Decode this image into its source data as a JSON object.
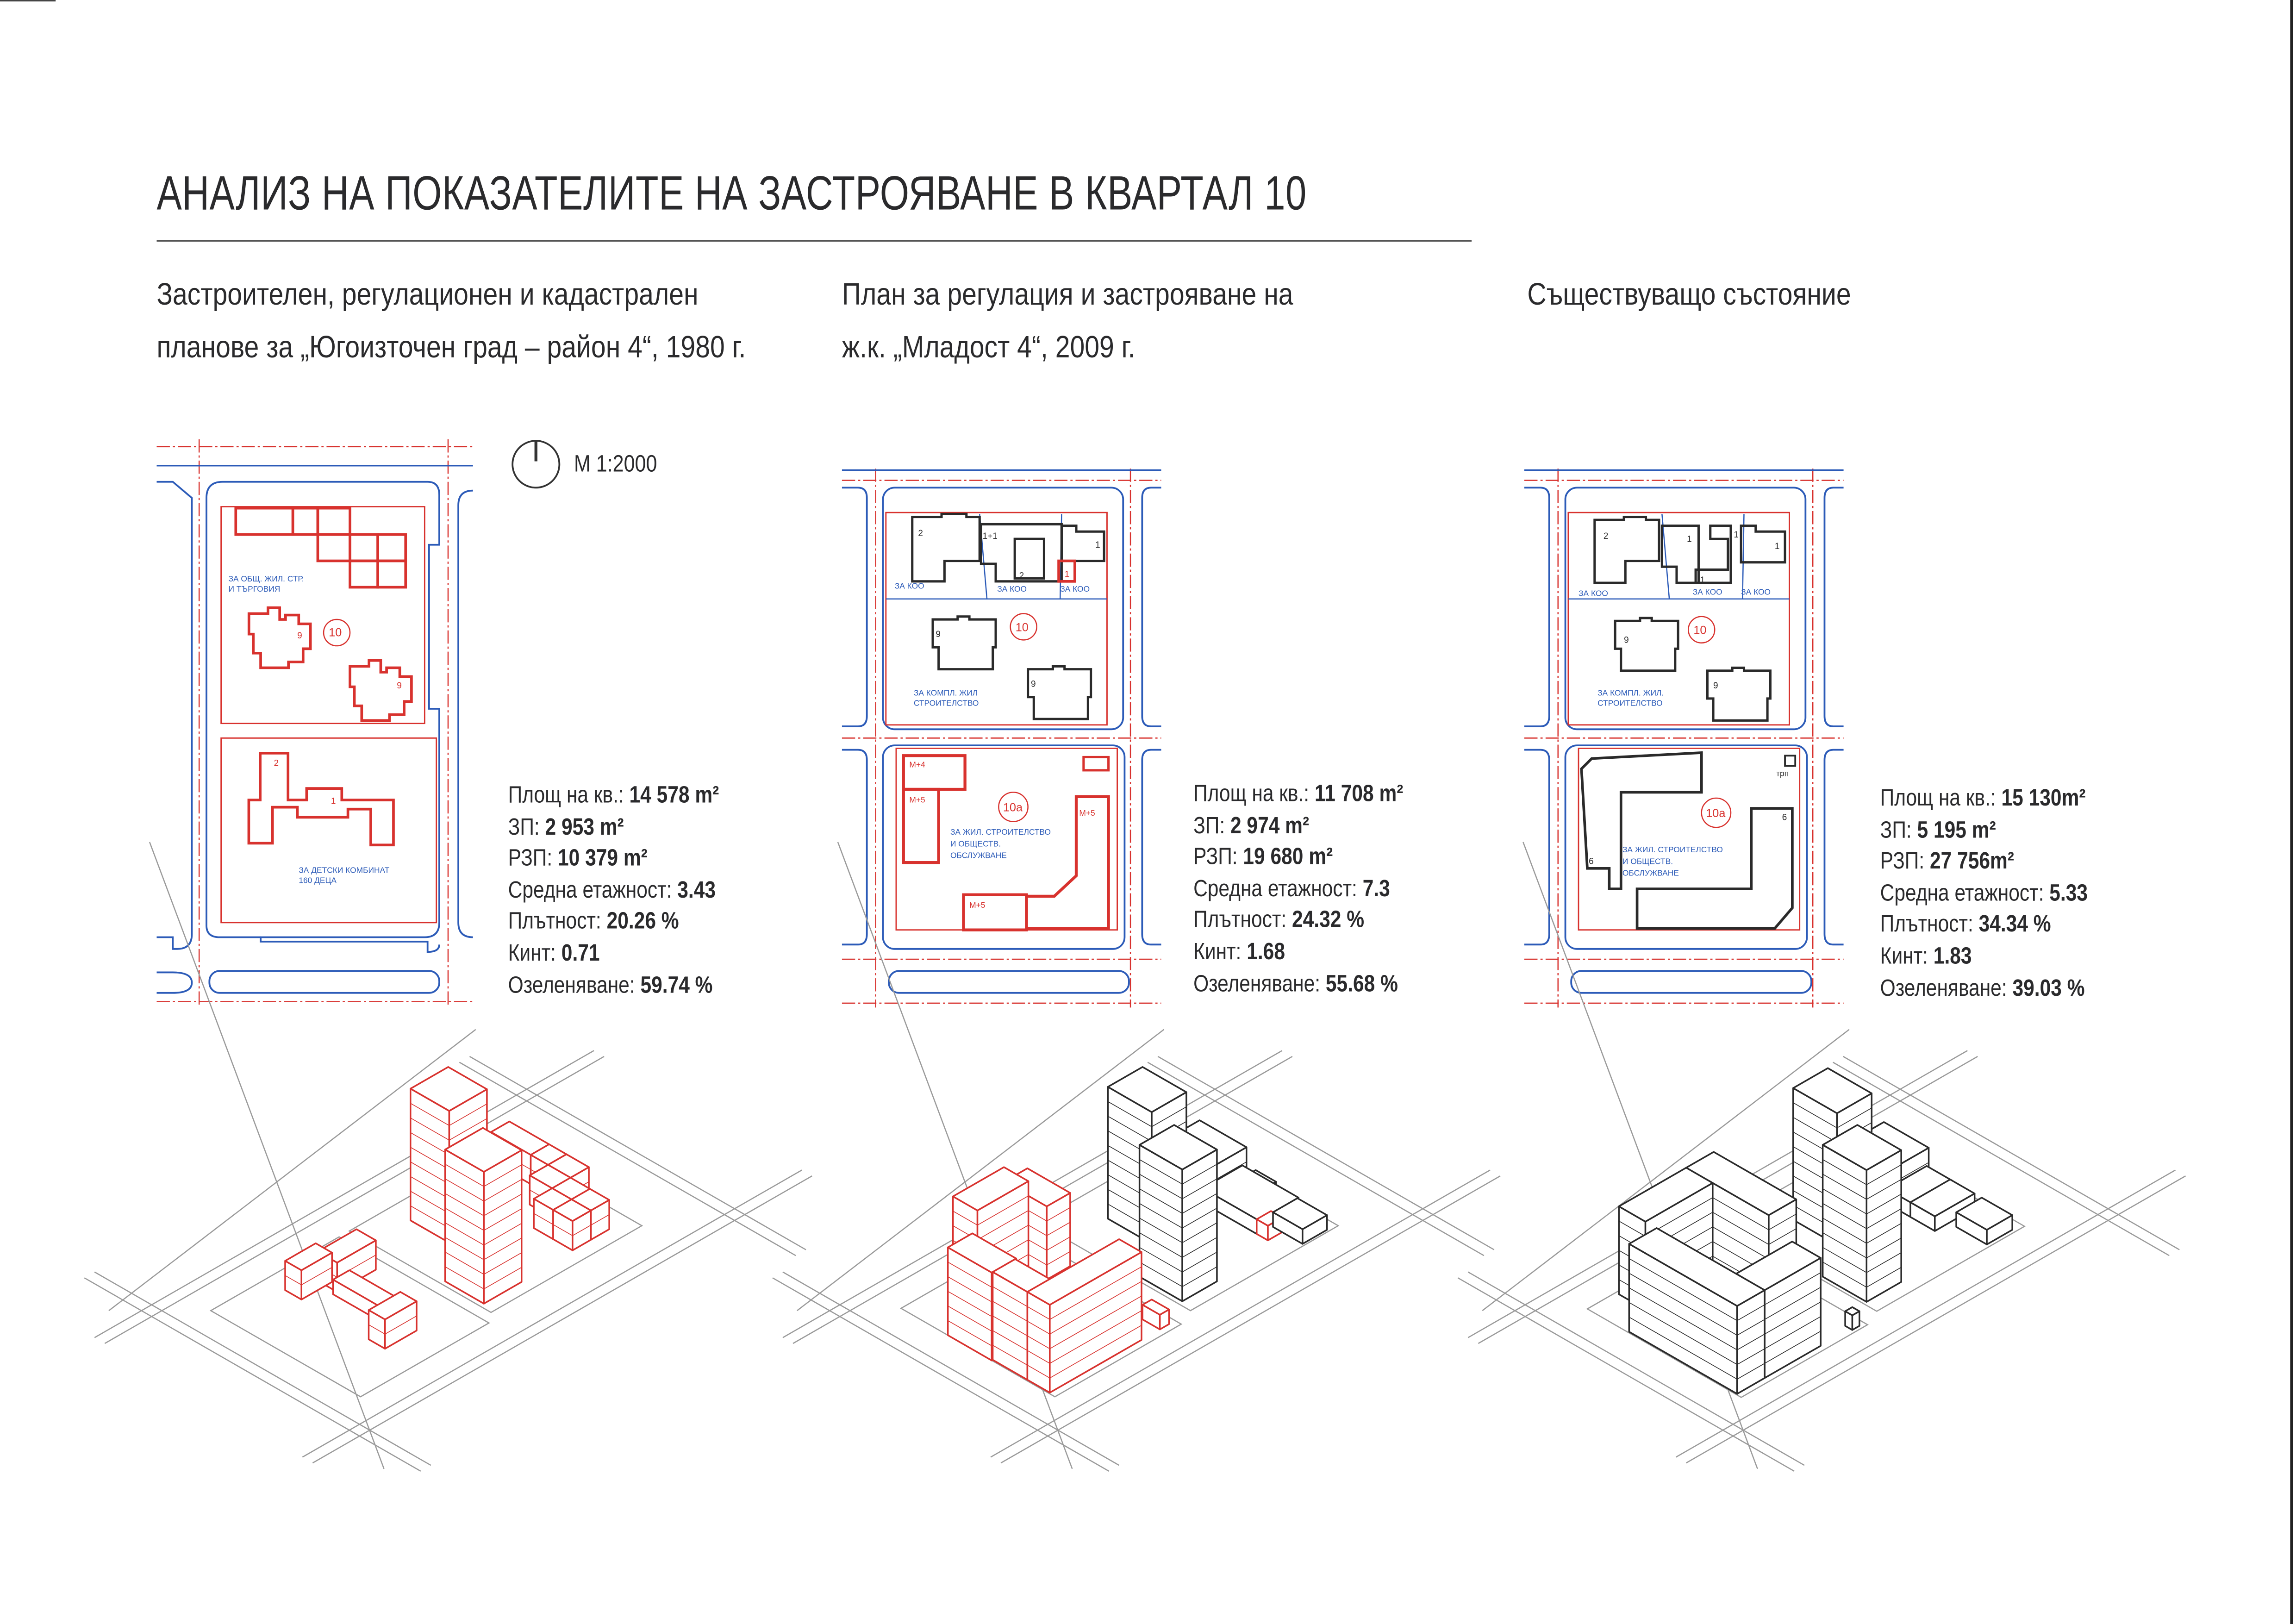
{
  "title": "АНАЛИЗ НА ПОКАЗАТЕЛИТЕ НА ЗАСТРОЯВАНЕ В КВАРТАЛ 10",
  "scale_label": "M 1:2000",
  "columns": [
    {
      "subtitle": [
        "Застроителен, регулационен и кадастрален",
        "планове за „Югоизточен град – район 4“, 1980 г."
      ],
      "stats": [
        {
          "label": "Площ на кв.:",
          "value": "14 578 m²"
        },
        {
          "label": "ЗП:",
          "value": "2 953 m²"
        },
        {
          "label": "РЗП:",
          "value": "10 379 m²"
        },
        {
          "label": "Средна етажност:",
          "value": "3.43"
        },
        {
          "label": "Плътност:",
          "value": "20.26 %"
        },
        {
          "label": "Кинт:",
          "value": "0.71"
        },
        {
          "label": "Озеленяване:",
          "value": "59.74 %"
        }
      ],
      "plan_labels": [
        "ЗА ОБЩ. ЖИЛ. СТР.",
        "И ТЪРГОВИЯ",
        "9",
        "10",
        "9",
        "2",
        "1",
        "ЗА ДЕТСКИ КОМБИНАТ",
        "160 ДЕЦА"
      ]
    },
    {
      "subtitle": [
        "План за регулация и застрояване на",
        "ж.к. „Младост 4“, 2009 г."
      ],
      "stats": [
        {
          "label": "Площ на кв.:",
          "value": "11 708 m²"
        },
        {
          "label": "ЗП:",
          "value": "2 974 m²"
        },
        {
          "label": "РЗП:",
          "value": "19 680 m²"
        },
        {
          "label": "Средна етажност:",
          "value": "7.3"
        },
        {
          "label": "Плътност:",
          "value": "24.32 %"
        },
        {
          "label": "Кинт:",
          "value": "1.68"
        },
        {
          "label": "Озеленяване:",
          "value": "55.68 %"
        }
      ],
      "plan_labels": [
        "ЗА КОО",
        "ЗА КОО",
        "ЗА КОО",
        "2",
        "1+1",
        "2",
        "1",
        "1",
        "9",
        "9",
        "10",
        "ЗА КОМПЛ. ЖИЛ",
        "СТРОИТЕЛСТВО",
        "M+4",
        "M+5",
        "M+5",
        "M+5",
        "10а",
        "ЗА ЖИЛ. СТРОИТЕЛСТВО",
        "И ОБЩЕСТВ.",
        "ОБСЛУЖВАНЕ"
      ]
    },
    {
      "subtitle": [
        "Съществуващо състояние"
      ],
      "stats": [
        {
          "label": "Площ на кв.:",
          "value": "15 130m²"
        },
        {
          "label": "ЗП:",
          "value": "5 195 m²"
        },
        {
          "label": "РЗП:",
          "value": "27 756m²"
        },
        {
          "label": "Средна етажност:",
          "value": "5.33"
        },
        {
          "label": "Плътност:",
          "value": "34.34 %"
        },
        {
          "label": "Кинт:",
          "value": "1.83"
        },
        {
          "label": "Озеленяване:",
          "value": "39.03 %"
        }
      ],
      "plan_labels": [
        "ЗА КОО",
        "ЗА КОО",
        "ЗА КОО",
        "2",
        "1",
        "1",
        "1",
        "1",
        "9",
        "9",
        "10",
        "ЗА КОМПЛ. ЖИЛ.",
        "СТРОИТЕЛСТВО",
        "трп",
        "10а",
        "6",
        "6",
        "ЗА ЖИЛ. СТРОИТЕЛСТВО",
        "И ОБЩЕСТВ.",
        "ОБСЛУЖВАНЕ"
      ]
    }
  ],
  "colors": {
    "text": "#2a2a2c",
    "plan_red": "#d8322e",
    "plan_blue": "#2c5bb8",
    "plan_black": "#2a2a2a",
    "ground": "#9a9a9a"
  },
  "icons": {
    "north_arrow": "north-arrow-icon"
  }
}
